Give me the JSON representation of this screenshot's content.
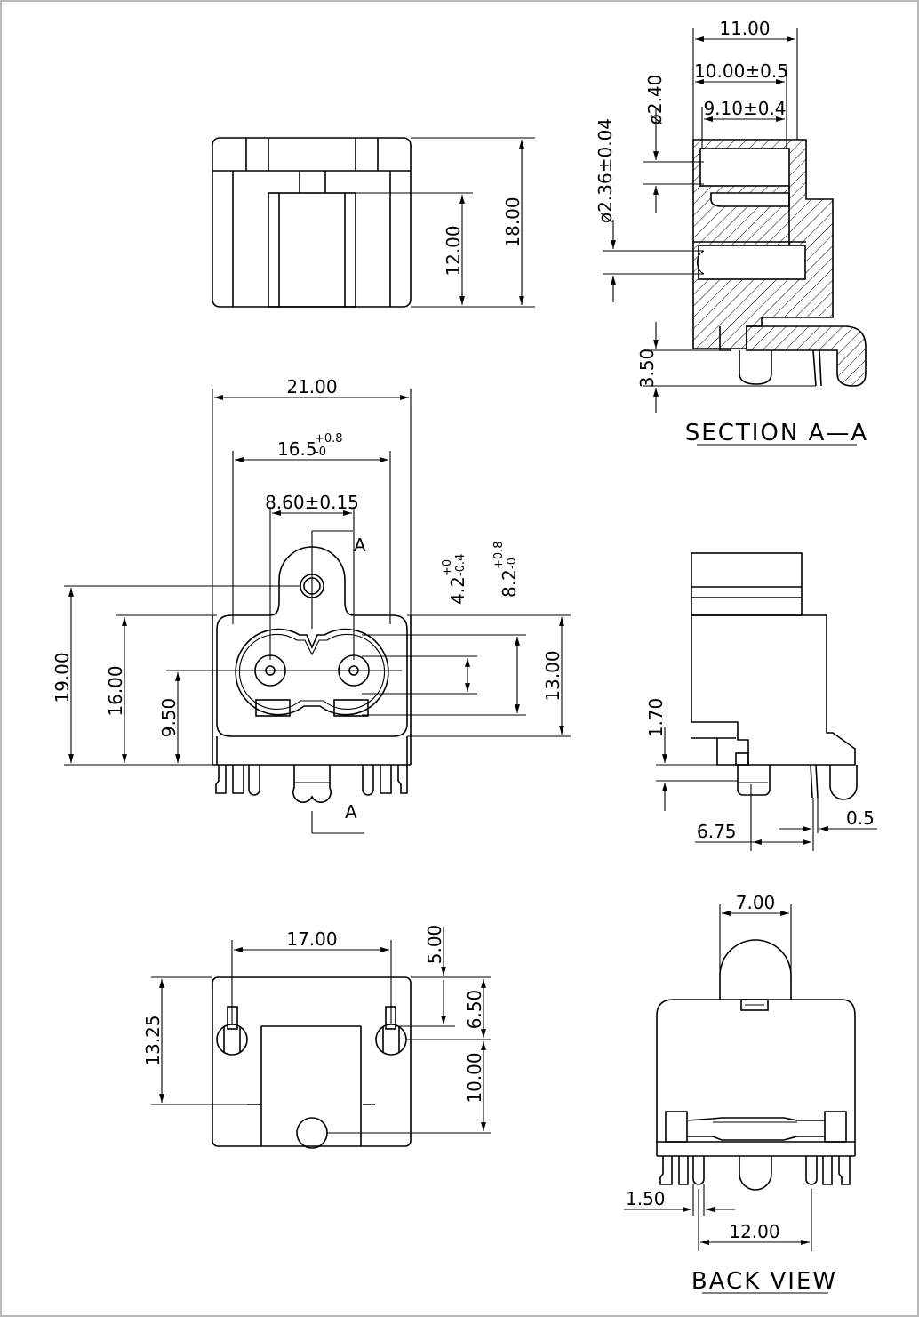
{
  "views": {
    "top": {
      "h_overall": "18.00",
      "h_inner": "12.00"
    },
    "front": {
      "w_overall": "21.00",
      "w_inner": "16.5",
      "w_inner_tol_plus": "+0.8",
      "w_inner_tol_minus": "-0",
      "pin_pitch": "8.60±0.15",
      "section_marker": "A",
      "h19": "19.00",
      "h16": "16.00",
      "h950": "9.50",
      "h13": "13.00",
      "d42": "4.2",
      "d42_plus": "+0",
      "d42_minus": "-0.4",
      "d82": "8.2",
      "d82_plus": "+0.8",
      "d82_minus": "-0"
    },
    "section": {
      "title": "SECTION A—A",
      "w11": "11.00",
      "w10": "10.00±0.5",
      "w91": "9.10±0.4",
      "dia240": "ø2.40",
      "dia236": "ø2.36±0.04",
      "h350": "3.50"
    },
    "side": {
      "h170": "1.70",
      "d675": "6.75",
      "d05": "0.5"
    },
    "bottom": {
      "w17": "17.00",
      "h1325": "13.25",
      "h500": "5.00",
      "h650": "6.50",
      "h1000": "10.00"
    },
    "back": {
      "title": "BACK VIEW",
      "w700": "7.00",
      "w150": "1.50",
      "w1200": "12.00"
    }
  }
}
